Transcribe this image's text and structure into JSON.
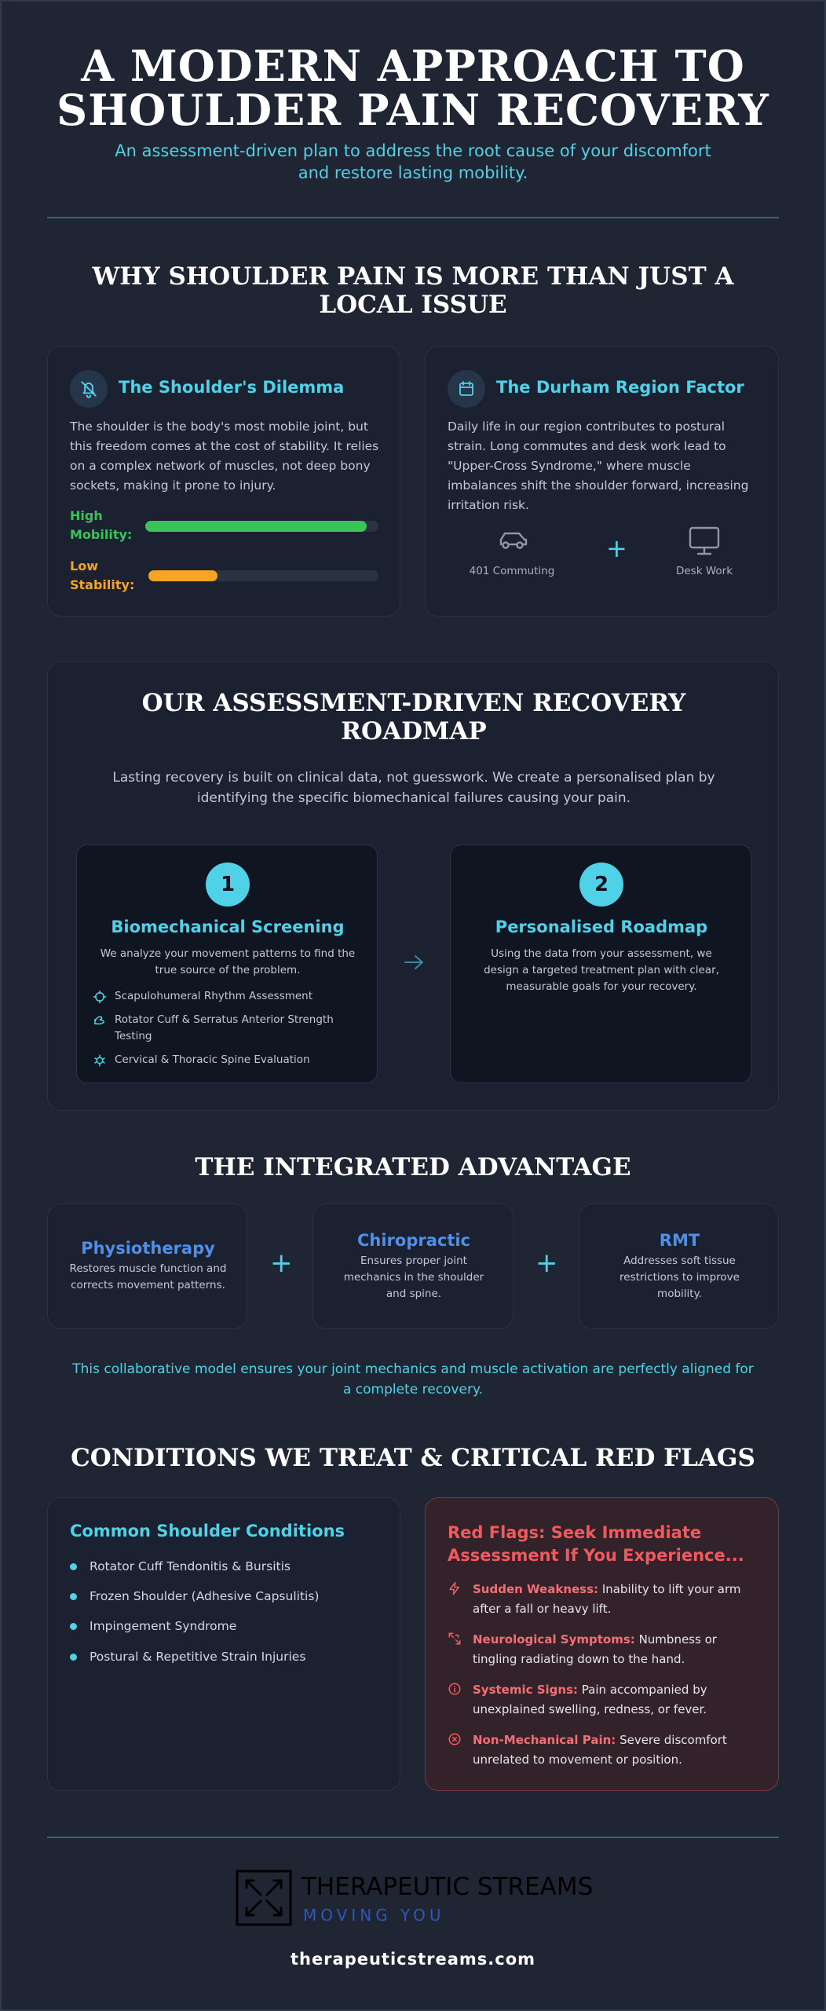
{
  "header": {
    "title_line1": "A MODERN APPROACH TO",
    "title_line2": "SHOULDER PAIN RECOVERY",
    "subtitle_line1": "An assessment-driven plan to address the root cause of your discomfort",
    "subtitle_line2": "and restore lasting mobility."
  },
  "why": {
    "heading_line1": "WHY SHOULDER PAIN IS MORE THAN JUST A",
    "heading_line2": "LOCAL ISSUE",
    "dilemma": {
      "title": "The Shoulder's Dilemma",
      "text": "The shoulder is the body's most mobile joint, but this freedom comes at the cost of stability. It relies on a complex network of muscles, not deep bony sockets, making it prone to injury.",
      "bars": [
        {
          "label_line1": "High",
          "label_line2": "Mobility:",
          "value": 0.95,
          "color": "#39c45a"
        },
        {
          "label_line1": "Low",
          "label_line2": "Stability:",
          "value": 0.3,
          "color": "#f5a423"
        }
      ]
    },
    "durham": {
      "title": "The Durham Region Factor",
      "text": "Daily life in our region contributes to postural strain. Long commutes and desk work lead to \"Upper-Cross Syndrome,\" where muscle imbalances shift the shoulder forward, increasing irritation risk.",
      "commute_label": "401 Commuting",
      "plus": "+",
      "desk_label": "Desk Work"
    }
  },
  "roadmap": {
    "heading_line1": "OUR ASSESSMENT-DRIVEN RECOVERY",
    "heading_line2": "ROADMAP",
    "intro_line1": "Lasting recovery is built on clinical data, not guesswork. We create a personalised plan by",
    "intro_line2": "identifying the specific biomechanical failures causing your pain.",
    "step1": {
      "num": "1",
      "title": "Biomechanical Screening",
      "text": "We analyze your movement patterns to find the true source of the problem.",
      "items": [
        "Scapulohumeral Rhythm Assessment",
        "Rotator Cuff & Serratus Anterior Strength Testing",
        "Cervical & Thoracic Spine Evaluation"
      ]
    },
    "step2": {
      "num": "2",
      "title": "Personalised Roadmap",
      "text": "Using the data from your assessment, we design a targeted treatment plan with clear, measurable goals for your recovery."
    }
  },
  "advantage": {
    "heading": "THE INTEGRATED ADVANTAGE",
    "cards": [
      {
        "title": "Physiotherapy",
        "text": "Restores muscle function and corrects movement patterns."
      },
      {
        "title": "Chiropractic",
        "text": "Ensures proper joint mechanics in the shoulder and spine."
      },
      {
        "title": "RMT",
        "text": "Addresses soft tissue restrictions to improve mobility."
      }
    ],
    "plus": "+",
    "footer_line1": "This collaborative model ensures your joint mechanics and muscle activation are perfectly aligned for",
    "footer_line2": "a complete recovery."
  },
  "conditions": {
    "heading": "CONDITIONS WE TREAT & CRITICAL RED FLAGS",
    "common_title": "Common Shoulder Conditions",
    "common_items": [
      "Rotator Cuff Tendonitis & Bursitis",
      "Frozen Shoulder (Adhesive Capsulitis)",
      "Impingement Syndrome",
      "Postural & Repetitive Strain Injuries"
    ],
    "red_title_line1": "Red Flags: Seek Immediate",
    "red_title_line2": "Assessment If You Experience...",
    "flags": [
      {
        "label": "Sudden Weakness:",
        "text": "Inability to lift your arm after a fall or heavy lift."
      },
      {
        "label": "Neurological Symptoms:",
        "text": "Numbness or tingling radiating down to the hand."
      },
      {
        "label": "Systemic Signs:",
        "text": "Pain accompanied by unexplained swelling, redness, or fever."
      },
      {
        "label": "Non-Mechanical Pain:",
        "text": "Severe discomfort unrelated to movement or position."
      }
    ]
  },
  "footer": {
    "logo_name": "THERAPEUTIC STREAMS",
    "logo_tagline": "MOVING YOU",
    "url": "therapeuticstreams.com"
  }
}
